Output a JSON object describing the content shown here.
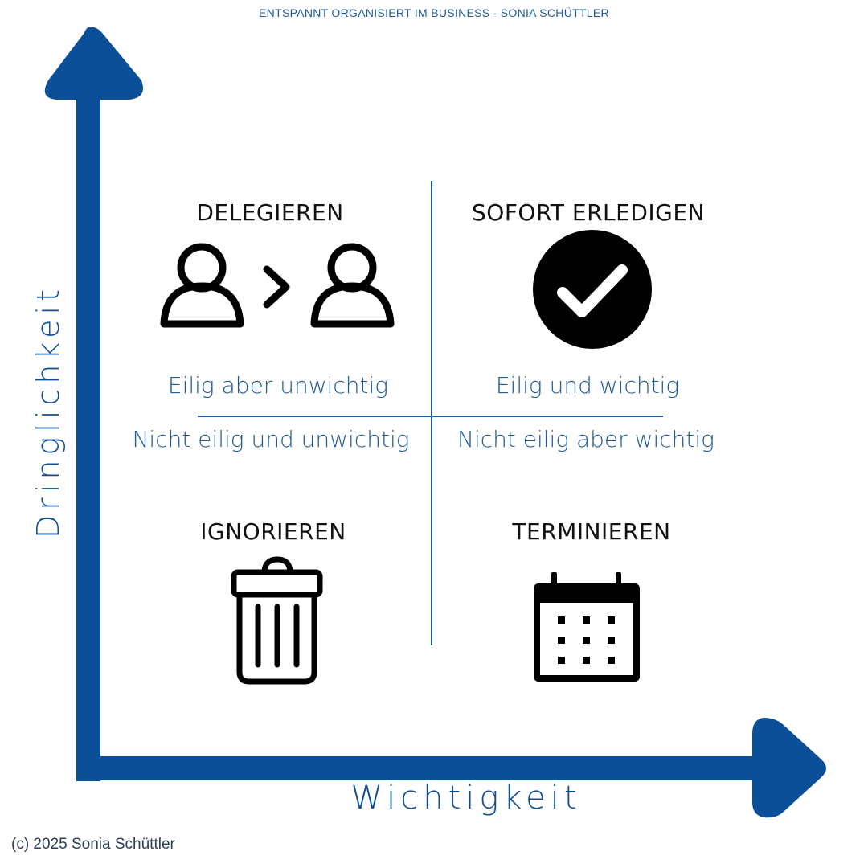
{
  "header": "ENTSPANNT ORGANISIERT IM BUSINESS - SONIA SCHÜTTLER",
  "colors": {
    "axis": "#0b4f99",
    "divider": "#1f5b96",
    "label": "#1f5b96",
    "title": "#111111",
    "icon": "#000000"
  },
  "axes": {
    "x_label": "Wichtigkeit",
    "y_label": "Dringlichkeit"
  },
  "quadrants": {
    "top_left": {
      "title": "DELEGIEREN",
      "label": "Eilig aber unwichtig",
      "icon": "delegate-people-icon"
    },
    "top_right": {
      "title": "SOFORT ERLEDIGEN",
      "label": "Eilig und wichtig",
      "icon": "checkmark-circle-icon"
    },
    "bottom_left": {
      "title": "IGNORIEREN",
      "label": "Nicht eilig und unwichtig",
      "icon": "trash-can-icon"
    },
    "bottom_right": {
      "title": "TERMINIEREN",
      "label": "Nicht eilig aber wichtig",
      "icon": "calendar-icon"
    }
  },
  "copyright": "(c) 2025 Sonia Schüttler"
}
